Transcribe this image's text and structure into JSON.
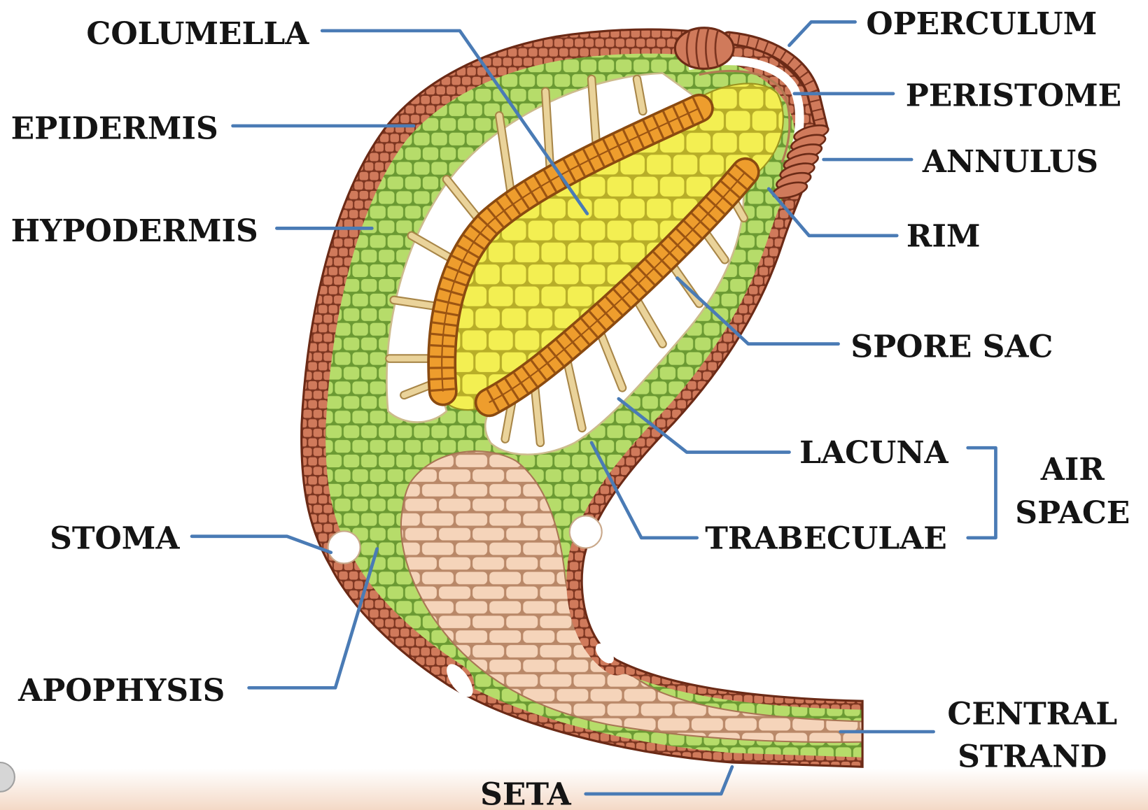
{
  "labels": {
    "columella": "COLUMELLA",
    "epidermis": "EPIDERMIS",
    "hypodermis": "HYPODERMIS",
    "stoma": "STOMA",
    "apophysis": "APOPHYSIS",
    "seta": "SETA",
    "operculum": "OPERCULUM",
    "peristome": "PERISTOME",
    "annulus": "ANNULUS",
    "rim": "RIM",
    "spore_sac": "SPORE SAC",
    "lacuna": "LACUNA",
    "trabeculae": "TRABECULAE",
    "air_space": {
      "line1": "AIR",
      "line2": "SPACE"
    },
    "central_strand": {
      "line1": "CENTRAL",
      "line2": "STRAND"
    }
  },
  "colors": {
    "leader_line": "#4a7bb5",
    "label_text": "#141414",
    "epidermis": "#d07a5b",
    "hypodermis": "#b6dc6a",
    "columella": "#f3ef52",
    "spore_sac": "#ee9d2d",
    "apophysis": "#f5d4ba",
    "lacuna": "#ffffff"
  }
}
